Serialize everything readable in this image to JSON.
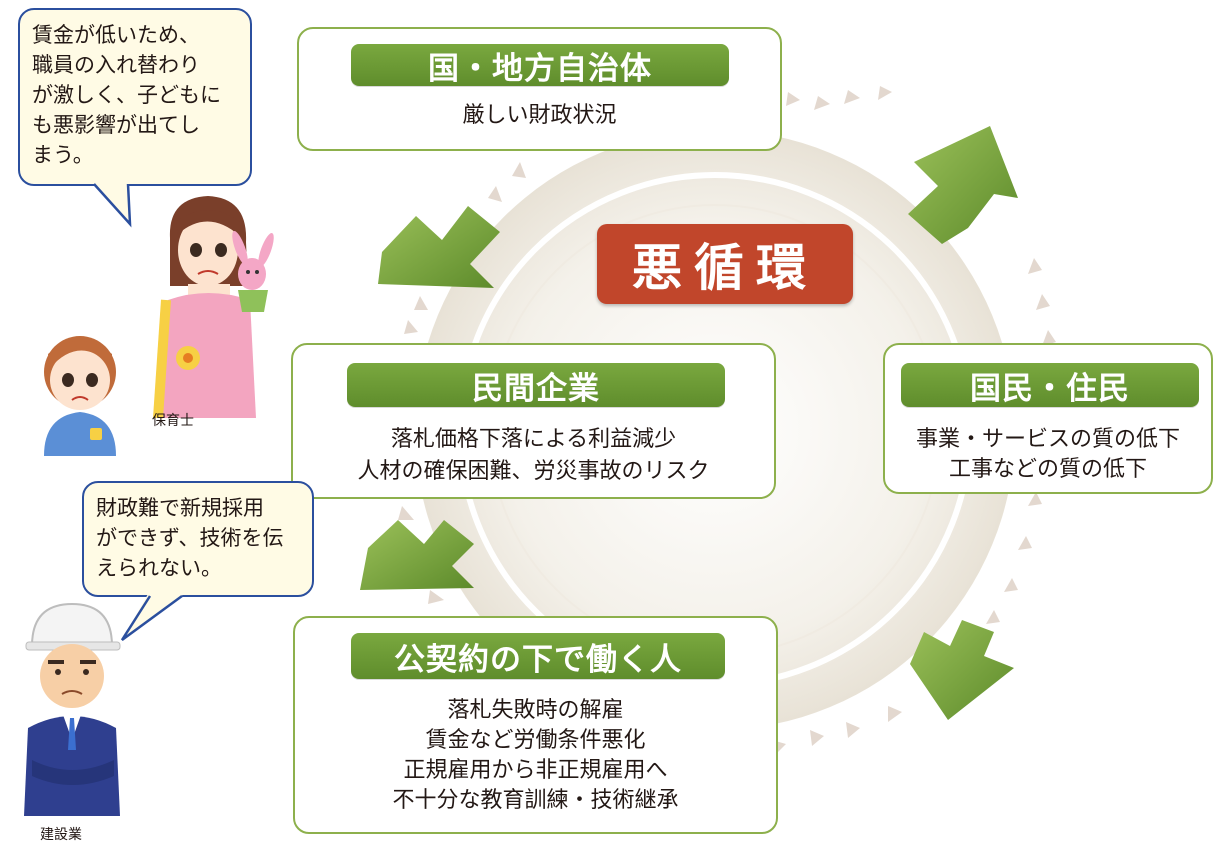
{
  "center_label": "悪循環",
  "boxes": {
    "gov": {
      "title": "国・地方自治体",
      "lines": [
        "厳しい財政状況"
      ]
    },
    "companies": {
      "title": "民間企業",
      "lines": [
        "落札価格下落による利益減少",
        "人材の確保困難、労災事故のリスク"
      ]
    },
    "workers": {
      "title": "公契約の下で働く人",
      "lines": [
        "落札失敗時の解雇",
        "賃金など労働条件悪化",
        "正規雇用から非正規雇用へ",
        "不十分な教育訓練・技術継承"
      ]
    },
    "citizens": {
      "title": "国民・住民",
      "lines": [
        "事業・サービスの質の低下",
        "工事などの質の低下"
      ]
    }
  },
  "bubbles": {
    "childcare": {
      "lines": [
        "賃金が低いため、",
        "職員の入れ替わり",
        "が激しく、子どもに",
        "も悪影響が出てし",
        "まう。"
      ]
    },
    "construction": {
      "lines": [
        "財政難で新規採用",
        "ができず、技術を伝",
        "えられない。"
      ]
    }
  },
  "captions": {
    "childcare": "保育士",
    "construction": "建設業"
  },
  "colors": {
    "accent_green": "#6f9a36",
    "badge_red": "#c1462b",
    "bubble_border": "#2b4f9e",
    "bubble_fill": "#fffbe5"
  }
}
